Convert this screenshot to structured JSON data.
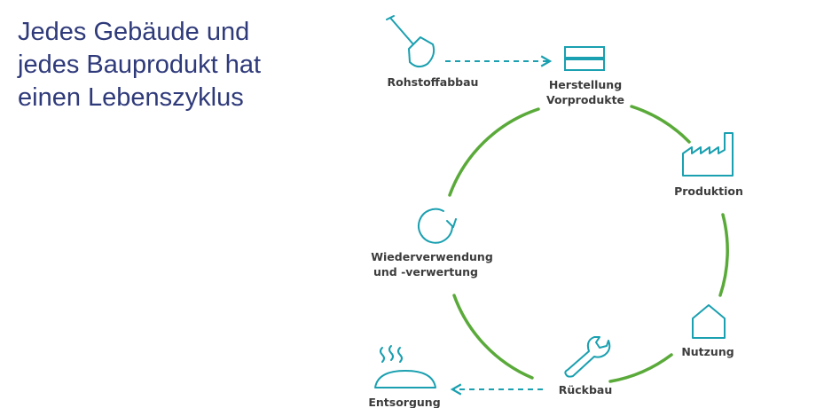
{
  "title_lines": [
    "Jedes Gebäude und",
    "jedes Bauprodukt hat",
    "einen Lebenszyklus"
  ],
  "colors": {
    "title": "#2f3a7a",
    "icon": "#1aa0b0",
    "cycle": "#5aaa3a",
    "label": "#3c3c3c"
  },
  "stages": {
    "rohstoffabbau": {
      "label_lines": [
        "Rohstoffabbau"
      ],
      "icon": "shovel-icon"
    },
    "herstellung": {
      "label_lines": [
        "Herstellung",
        "Vorprodukte"
      ],
      "icon": "stacked-bars-icon"
    },
    "produktion": {
      "label_lines": [
        "Produktion"
      ],
      "icon": "factory-icon"
    },
    "nutzung": {
      "label_lines": [
        "Nutzung"
      ],
      "icon": "house-icon"
    },
    "rueckbau": {
      "label_lines": [
        "Rückbau"
      ],
      "icon": "wrench-icon"
    },
    "entsorgung": {
      "label_lines": [
        "Entsorgung"
      ],
      "icon": "steaming-heap-icon"
    },
    "wiederverwendung": {
      "label_lines": [
        "Wiederverwendung",
        "und -verwertung"
      ],
      "icon": "recycle-arrow-icon"
    }
  }
}
